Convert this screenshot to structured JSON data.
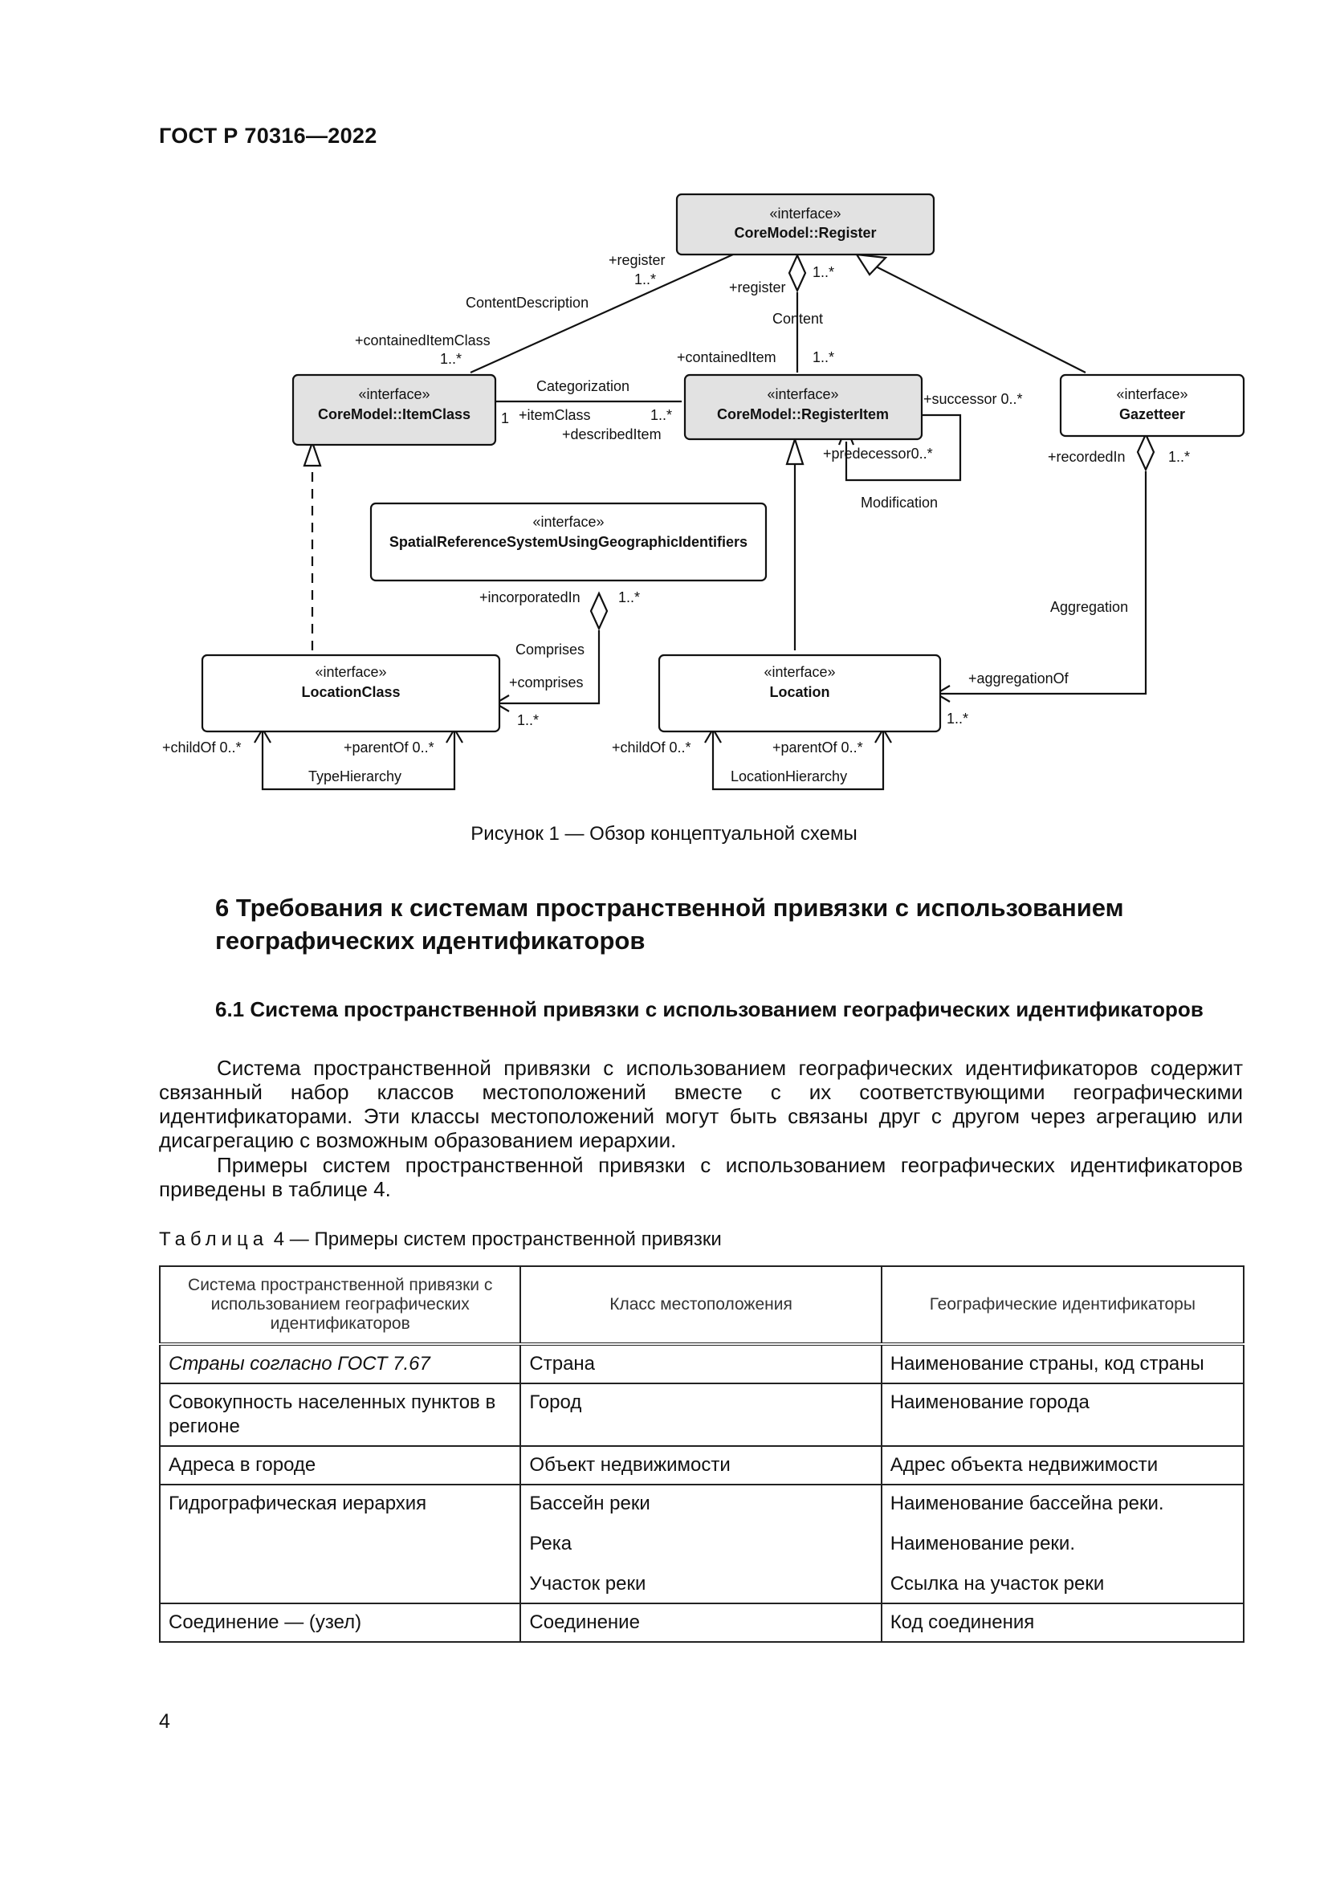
{
  "header": {
    "standard": "ГОСТ Р 70316—2022"
  },
  "diagram": {
    "classes": {
      "register": {
        "stereotype": "«interface»",
        "name": "CoreModel::Register"
      },
      "item_class": {
        "stereotype": "«interface»",
        "name": "CoreModel::ItemClass"
      },
      "register_item": {
        "stereotype": "«interface»",
        "name": "CoreModel::RegisterItem"
      },
      "gazetteer": {
        "stereotype": "«interface»",
        "name": "Gazetteer"
      },
      "srs": {
        "stereotype": "«interface»",
        "name": "SpatialReferenceSystemUsingGeographicIdentifiers"
      },
      "location_class": {
        "stereotype": "«interface»",
        "name": "LocationClass"
      },
      "location": {
        "stereotype": "«interface»",
        "name": "Location"
      }
    },
    "labels": {
      "register_role_1": "+register",
      "register_mult_1": "1..*",
      "content_description": "ContentDescription",
      "contained_item_class": "+containedItemClass",
      "contained_item_class_mult": "1..*",
      "register_role_2": "+register",
      "register_mult_2": "1..*",
      "content": "Content",
      "contained_item": "+containedItem",
      "contained_item_mult": "1..*",
      "categorization": "Categorization",
      "categorization_one": "1",
      "item_class_role": "+itemClass",
      "item_class_mult": "1..*",
      "described_item": "+describedItem",
      "successor": "+successor 0..*",
      "predecessor": "+predecessor0..*",
      "modification": "Modification",
      "recorded_in": "+recordedIn",
      "recorded_in_mult": "1..*",
      "incorporated_in": "+incorporatedIn",
      "incorporated_in_mult": "1..*",
      "aggregation": "Aggregation",
      "comprises_assoc": "Comprises",
      "comprises_role": "+comprises",
      "comprises_mult": "1..*",
      "aggregation_of": "+aggregationOf",
      "aggregation_of_mult": "1..*",
      "lc_child_of": "+childOf 0..*",
      "lc_parent_of": "+parentOf 0..*",
      "type_hierarchy": "TypeHierarchy",
      "loc_child_of": "+childOf 0..*",
      "loc_parent_of": "+parentOf 0..*",
      "location_hierarchy": "LocationHierarchy"
    }
  },
  "figure_caption": "Рисунок 1 — Обзор концептуальной схемы",
  "section_heading": "6 Требования к системам пространственной привязки с использованием географических идентификаторов",
  "subsection_heading": "6.1 Система пространственной привязки с использованием географических идентификаторов",
  "paragraphs": [
    "Система пространственной привязки с использованием географических идентификаторов содержит связанный набор классов местоположений вместе с их соответствующими географическими идентификаторами. Эти классы местоположений могут быть связаны друг с другом через агрегацию или дисагрегацию с возможным образованием иерархии.",
    "Примеры систем пространственной привязки с использованием географических идентификаторов приведены в таблице 4."
  ],
  "table": {
    "label_word": "Таблица",
    "label_rest": " 4 — Примеры систем пространственной привязки",
    "headers": [
      "Система пространственной привязки с использованием географических идентификаторов",
      "Класс местоположения",
      "Географические идентификаторы"
    ],
    "rows": [
      {
        "system": "Страны согласно ГОСТ 7.67",
        "classes": [
          "Страна"
        ],
        "identifiers": [
          "Наименование страны, код страны"
        ]
      },
      {
        "system": "Совокупность населенных пунктов в регионе",
        "classes": [
          "Город"
        ],
        "identifiers": [
          "Наименование города"
        ]
      },
      {
        "system": "Адреса в городе",
        "classes": [
          "Объект недвижимости"
        ],
        "identifiers": [
          "Адрес объекта недвижимости"
        ]
      },
      {
        "system": "Гидрографическая иерархия",
        "classes": [
          "Бассейн реки",
          "Река",
          "Участок реки"
        ],
        "identifiers": [
          "Наименование бассейна реки.",
          "Наименование реки.",
          "Ссылка на участок реки"
        ]
      },
      {
        "system": "Соединение — (узел)",
        "classes": [
          "Соединение"
        ],
        "identifiers": [
          "Код соединения"
        ]
      }
    ]
  },
  "page_number": "4"
}
